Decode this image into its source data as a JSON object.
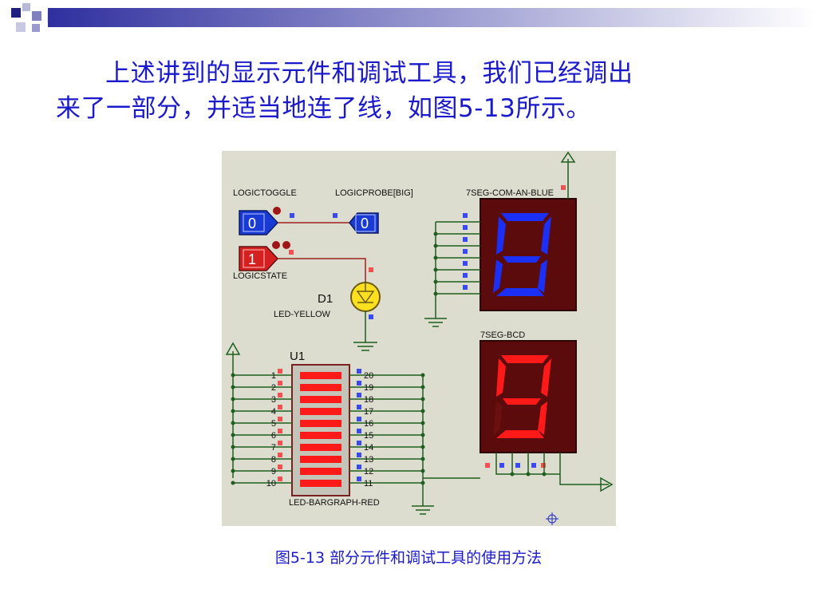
{
  "slide": {
    "paragraph_line1": "上述讲到的显示元件和调试工具，我们已经调出",
    "paragraph_line2": "来了一部分，并适当地连了线，如图5-13所示。",
    "caption": "图5-13  部分元件和调试工具的使用方法"
  },
  "circuit": {
    "labels": {
      "logictoggle": "LOGICTOGGLE",
      "logicprobe": "LOGICPROBE[BIG]",
      "seg_blue": "7SEG-COM-AN-BLUE",
      "toggle_value": "0",
      "probe_value": "0",
      "state_value": "1",
      "logicstate": "LOGICSTATE",
      "d1": "D1",
      "led_yellow": "LED-YELLOW",
      "seg_bcd": "7SEG-BCD",
      "u1": "U1",
      "bargraph": "LED-BARGRAPH-RED"
    },
    "left_pins": [
      "1",
      "2",
      "3",
      "4",
      "5",
      "6",
      "7",
      "8",
      "9",
      "10"
    ],
    "right_pins": [
      "20",
      "19",
      "18",
      "17",
      "16",
      "15",
      "14",
      "13",
      "12",
      "11"
    ],
    "seg_blue_digit": "8",
    "seg_red_digit": "9",
    "colors": {
      "background": "#dcdccf",
      "wire": "#1f5f1f",
      "blue_segment": "#1b2ff5",
      "red_segment": "#ff1a1a",
      "display_body": "#5b0b0b",
      "accent_text": "#1a1acc"
    }
  }
}
